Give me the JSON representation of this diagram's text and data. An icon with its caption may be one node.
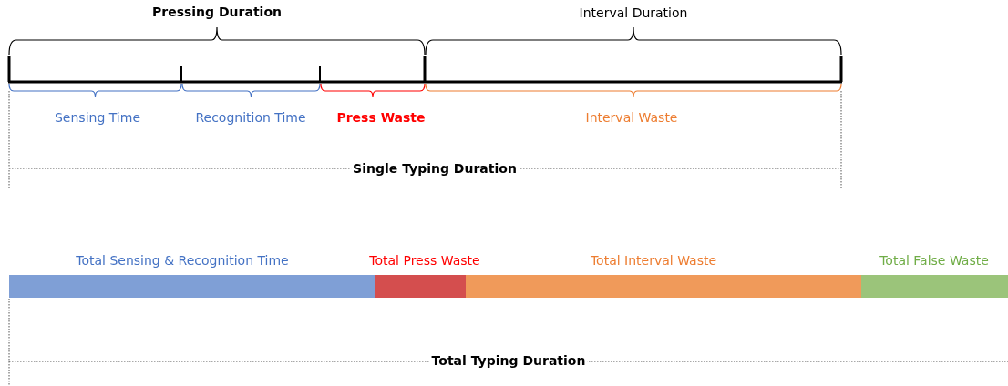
{
  "diagram": {
    "labels": [
      "Pressing Duration",
      "Interval Duration",
      "Sensing Time",
      "Recognition Time",
      "Press Waste",
      "Interval Waste",
      "Single Typing Duration",
      "Total Sensing & Recognition Time",
      "Total Press Waste",
      "Total Interval Waste",
      "Total False Waste",
      "Total Typing Duration"
    ]
  }
}
